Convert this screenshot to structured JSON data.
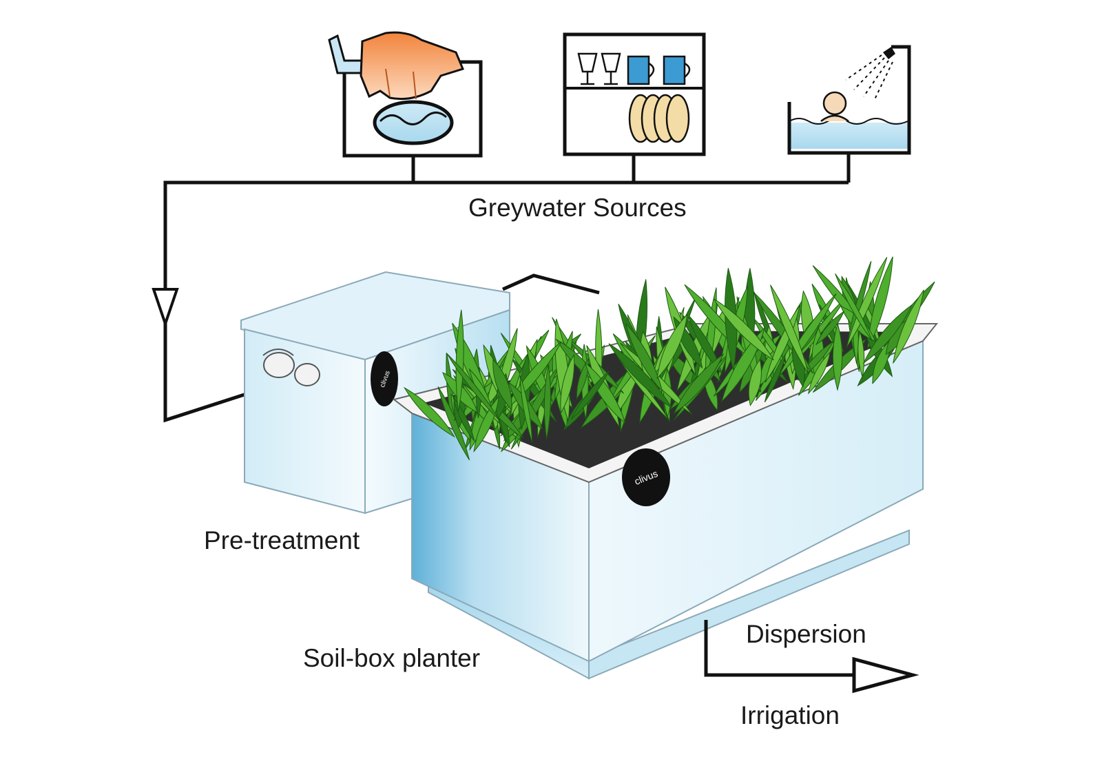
{
  "labels": {
    "sources": "Greywater Sources",
    "pretreatment": "Pre-treatment",
    "planter": "Soil-box planter",
    "dispersion": "Dispersion",
    "irrigation": "Irrigation"
  },
  "logos": {
    "pretreatment_tank": "clivus",
    "planter": "clivus"
  },
  "colors": {
    "line": "#111111",
    "water": "#bfe4f2",
    "box_light": "#eaf6fb",
    "box_mid": "#a9d8ec",
    "box_dark": "#5fb1d8",
    "leaf": "#4fae2e",
    "leaf_dark": "#2a7a1c",
    "shirt": "#f07a38",
    "cup": "#3b9bd2",
    "plate": "#f4dca6"
  },
  "icons": {
    "laundry": "laundry-sink-icon",
    "dishes": "kitchen-cupboard-icon",
    "bath": "shower-bath-icon"
  }
}
